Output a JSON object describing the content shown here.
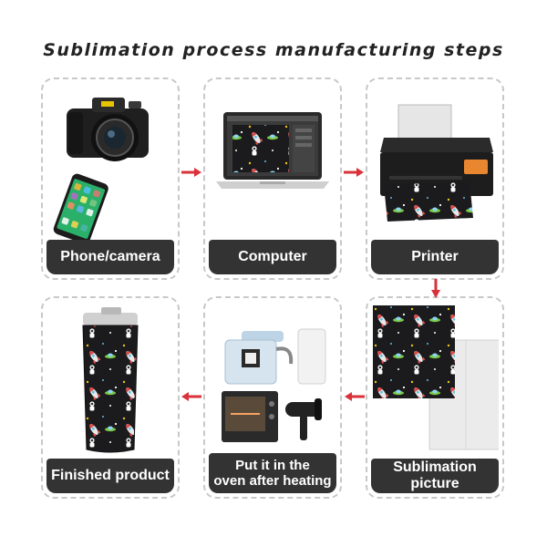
{
  "title": "Sublimation process manufacturing steps",
  "steps": [
    {
      "label": "Phone/camera"
    },
    {
      "label": "Computer"
    },
    {
      "label": "Printer"
    },
    {
      "label": "Sublimation picture"
    },
    {
      "label_line1": "Put it in the",
      "label_line2": "oven after heating"
    },
    {
      "label": "Finished product"
    }
  ],
  "colors": {
    "arrow": "#d9323a",
    "label_bg": "#333333",
    "card_border": "#c8c8c8",
    "pattern_bg": "#1b1b1d"
  },
  "icons": [
    "camera-icon",
    "smartphone-icon",
    "laptop-icon",
    "printer-icon",
    "transfer-paper-icon",
    "heat-press-icon",
    "oven-icon",
    "hair-dryer-icon",
    "tumbler-icon",
    "arrow-right-icon",
    "arrow-down-icon",
    "arrow-left-icon"
  ]
}
